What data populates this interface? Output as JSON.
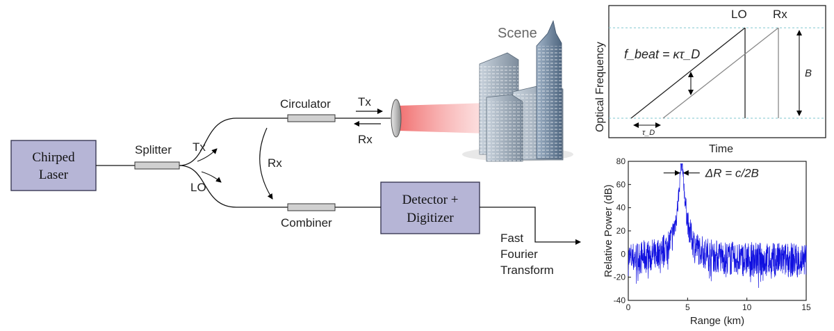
{
  "blocks": {
    "laser": [
      "Chirped",
      "Laser"
    ],
    "detector": [
      "Detector +",
      "Digitizer"
    ]
  },
  "labels": {
    "splitter": "Splitter",
    "circulator": "Circulator",
    "combiner": "Combiner",
    "tx_split": "Tx",
    "lo_split": "LO",
    "rx_loop": "Rx",
    "tx_out": "Tx",
    "rx_in": "Rx",
    "scene": "Scene",
    "fft": [
      "Fast",
      "Fourier",
      "Transform"
    ]
  },
  "colors": {
    "block_fill": "#b6b5d6",
    "beam": "#f06a6a",
    "spectrum": "#1010e0"
  },
  "chirp_plot": {
    "ylabel": "Optical Frequency",
    "xlabel": "Time",
    "lo_label": "LO",
    "rx_label": "Rx",
    "bandwidth_label": "B",
    "beat_formula": "f_beat = κτ_D",
    "delay_label": "τ_D"
  },
  "chart_data": {
    "type": "line",
    "xlabel": "Range (km)",
    "ylabel": "Relative Power (dB)",
    "xlim": [
      0,
      15
    ],
    "ylim": [
      -40,
      80
    ],
    "xticks": [
      0,
      5,
      10,
      15
    ],
    "yticks": [
      -40,
      -20,
      0,
      20,
      40,
      60,
      80
    ],
    "peak_range_km": 4.5,
    "peak_db": 72,
    "noise_floor_db": [
      -20,
      10
    ],
    "annotation": "ΔR = c/2B",
    "series": [
      {
        "color": "#1010e0"
      }
    ]
  }
}
